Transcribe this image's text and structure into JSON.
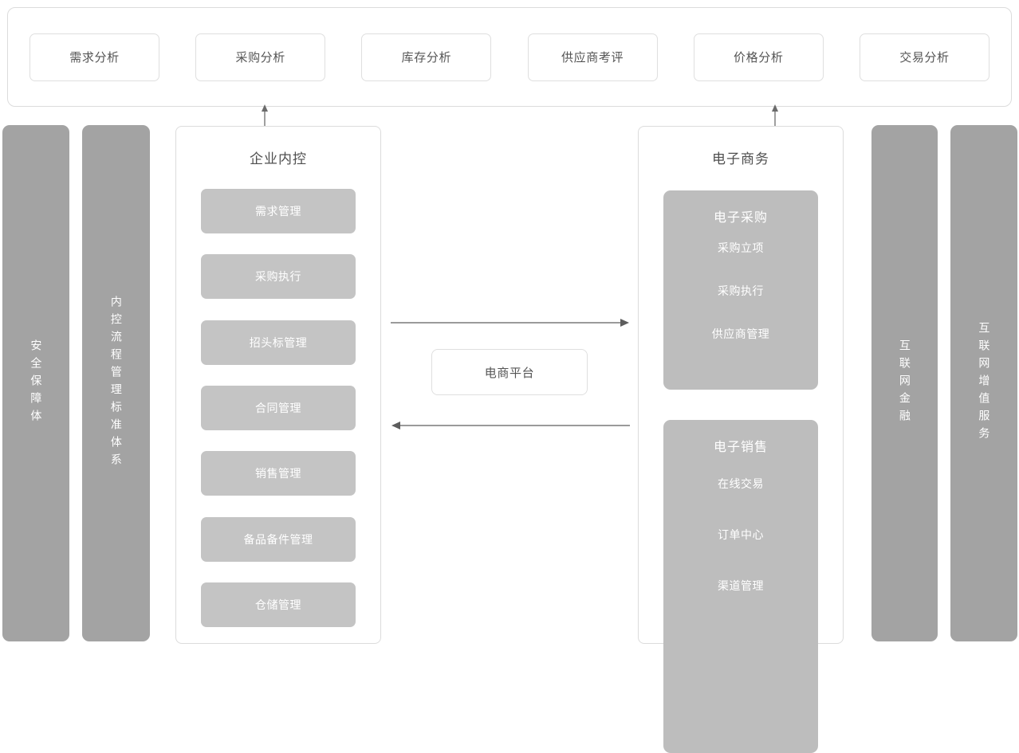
{
  "analytics": {
    "items": [
      {
        "label": "需求分析"
      },
      {
        "label": "采购分析"
      },
      {
        "label": "库存分析"
      },
      {
        "label": "供应商考评"
      },
      {
        "label": "价格分析"
      },
      {
        "label": "交易分析"
      }
    ]
  },
  "side_bars": {
    "left": [
      {
        "label": "安全保障体"
      },
      {
        "label": "内控流程管理标准体系"
      }
    ],
    "right": [
      {
        "label": "互联网金融"
      },
      {
        "label": "互联网增值服务"
      }
    ]
  },
  "internal_control": {
    "title": "企业内控",
    "items": [
      {
        "label": "需求管理"
      },
      {
        "label": "采购执行"
      },
      {
        "label": "招头标管理"
      },
      {
        "label": "合同管理"
      },
      {
        "label": "销售管理"
      },
      {
        "label": "备品备件管理"
      },
      {
        "label": "仓储管理"
      }
    ]
  },
  "ecommerce": {
    "title": "电子商务",
    "blocks": [
      {
        "title": "电子采购",
        "items": [
          {
            "label": "采购立项"
          },
          {
            "label": "采购执行"
          },
          {
            "label": "供应商管理"
          }
        ]
      },
      {
        "title": "电子销售",
        "items": [
          {
            "label": "在线交易"
          },
          {
            "label": "订单中心"
          },
          {
            "label": "渠道管理"
          }
        ]
      }
    ]
  },
  "platform": {
    "label": "电商平台"
  },
  "colors": {
    "side_bar_gray": "#a3a3a3",
    "item_gray": "#c4c4c4",
    "block_gray": "#bdbdbd",
    "border_gray": "#dcdcdc",
    "text_dark": "#4f4f4f",
    "arrow_gray": "#666666"
  }
}
